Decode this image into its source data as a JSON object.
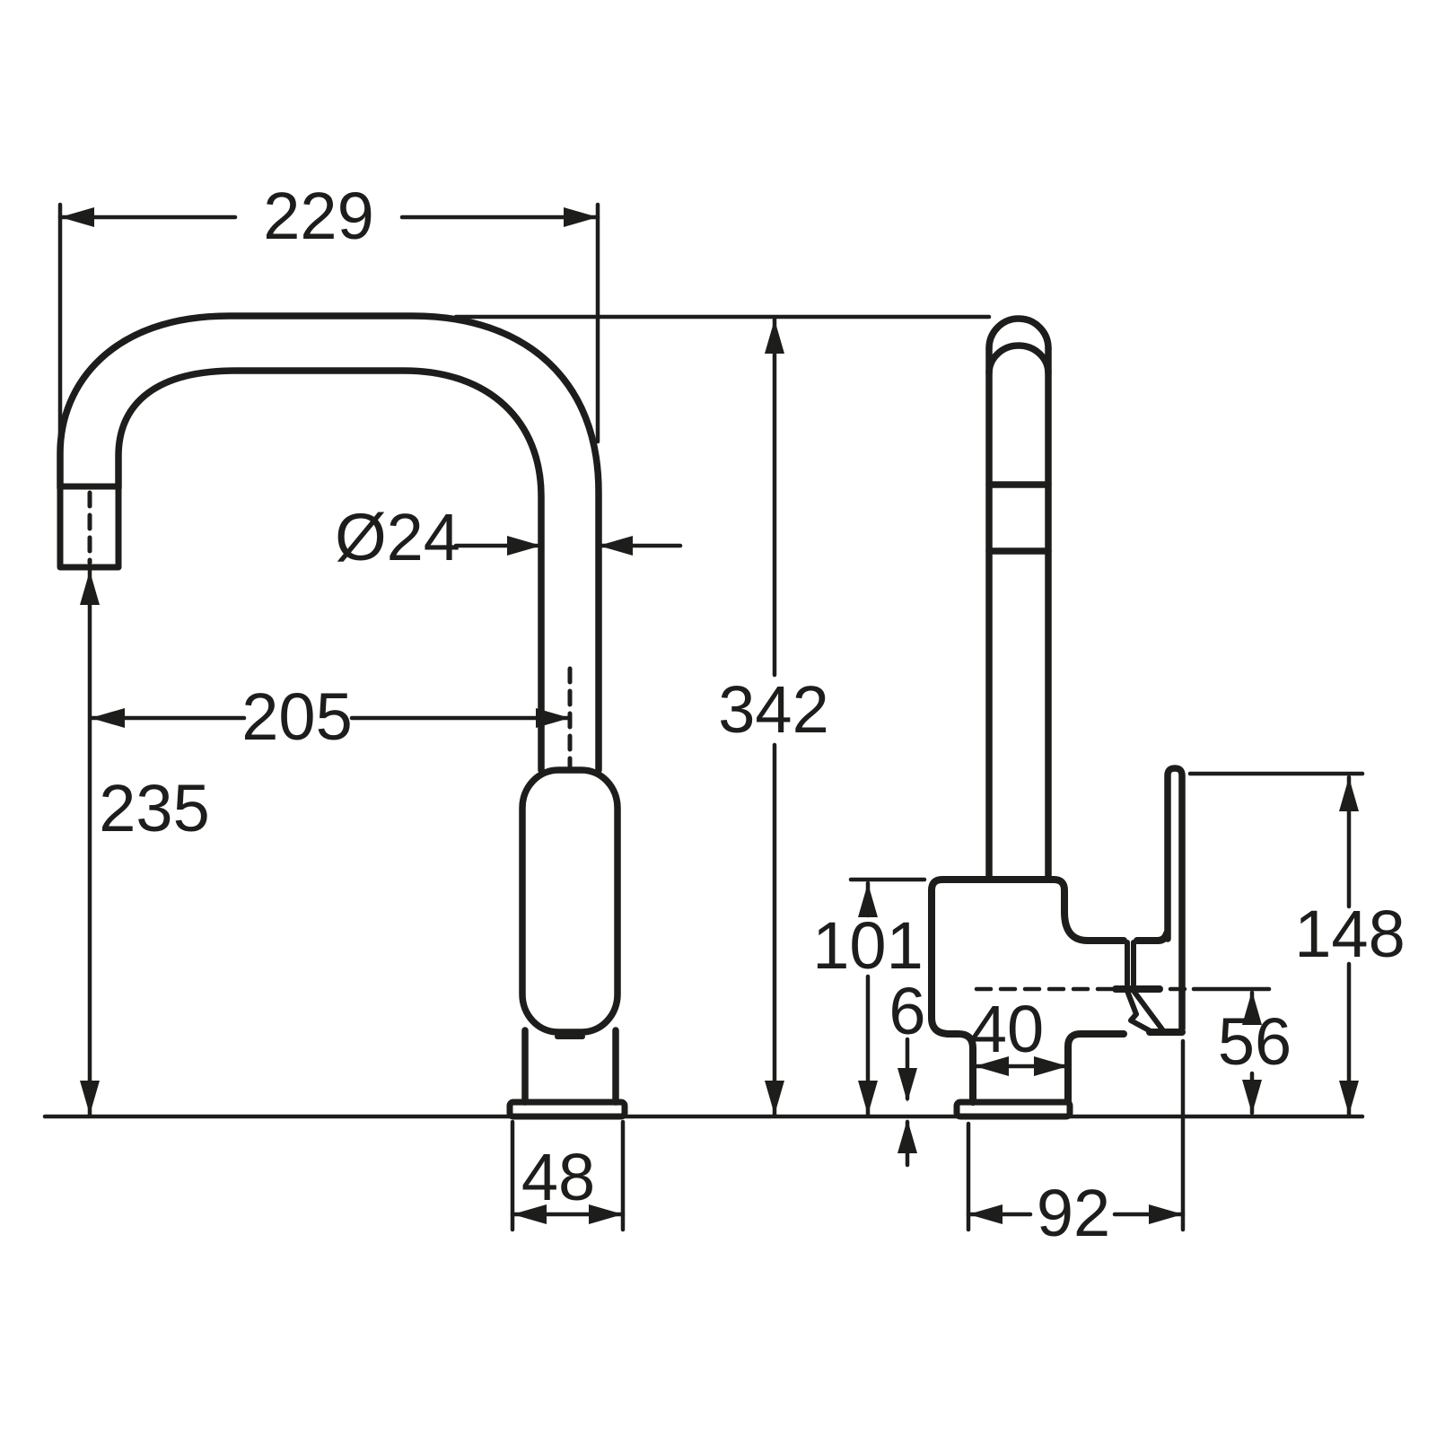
{
  "meta": {
    "background_color": "#ffffff",
    "line_color": "#1d1d1b",
    "drawing_type": "technical dimension drawing",
    "subject": "kitchen sink mixer tap, front and side elevations"
  },
  "views": [
    {
      "id": "front-view",
      "description": "front elevation with goose-neck spout"
    },
    {
      "id": "side-view",
      "description": "side elevation with lever handle"
    }
  ],
  "dims": [
    {
      "id": "spout-reach-overall",
      "label": "229",
      "value": 229
    },
    {
      "id": "spout-diameter",
      "label": "Ø24",
      "value": 24
    },
    {
      "id": "outlet-to-axis",
      "label": "205",
      "value": 205
    },
    {
      "id": "outlet-height",
      "label": "235",
      "value": 235
    },
    {
      "id": "overall-height",
      "label": "342",
      "value": 342
    },
    {
      "id": "front-base-width",
      "label": "48",
      "value": 48
    },
    {
      "id": "body-top-height",
      "label": "101",
      "value": 101
    },
    {
      "id": "base-plate-thickness",
      "label": "6",
      "value": 6
    },
    {
      "id": "body-depth-lower",
      "label": "40",
      "value": 40
    },
    {
      "id": "handle-pivot-height",
      "label": "56",
      "value": 56
    },
    {
      "id": "base-to-handle-depth",
      "label": "92",
      "value": 92
    },
    {
      "id": "handle-top-height",
      "label": "148",
      "value": 148
    }
  ]
}
